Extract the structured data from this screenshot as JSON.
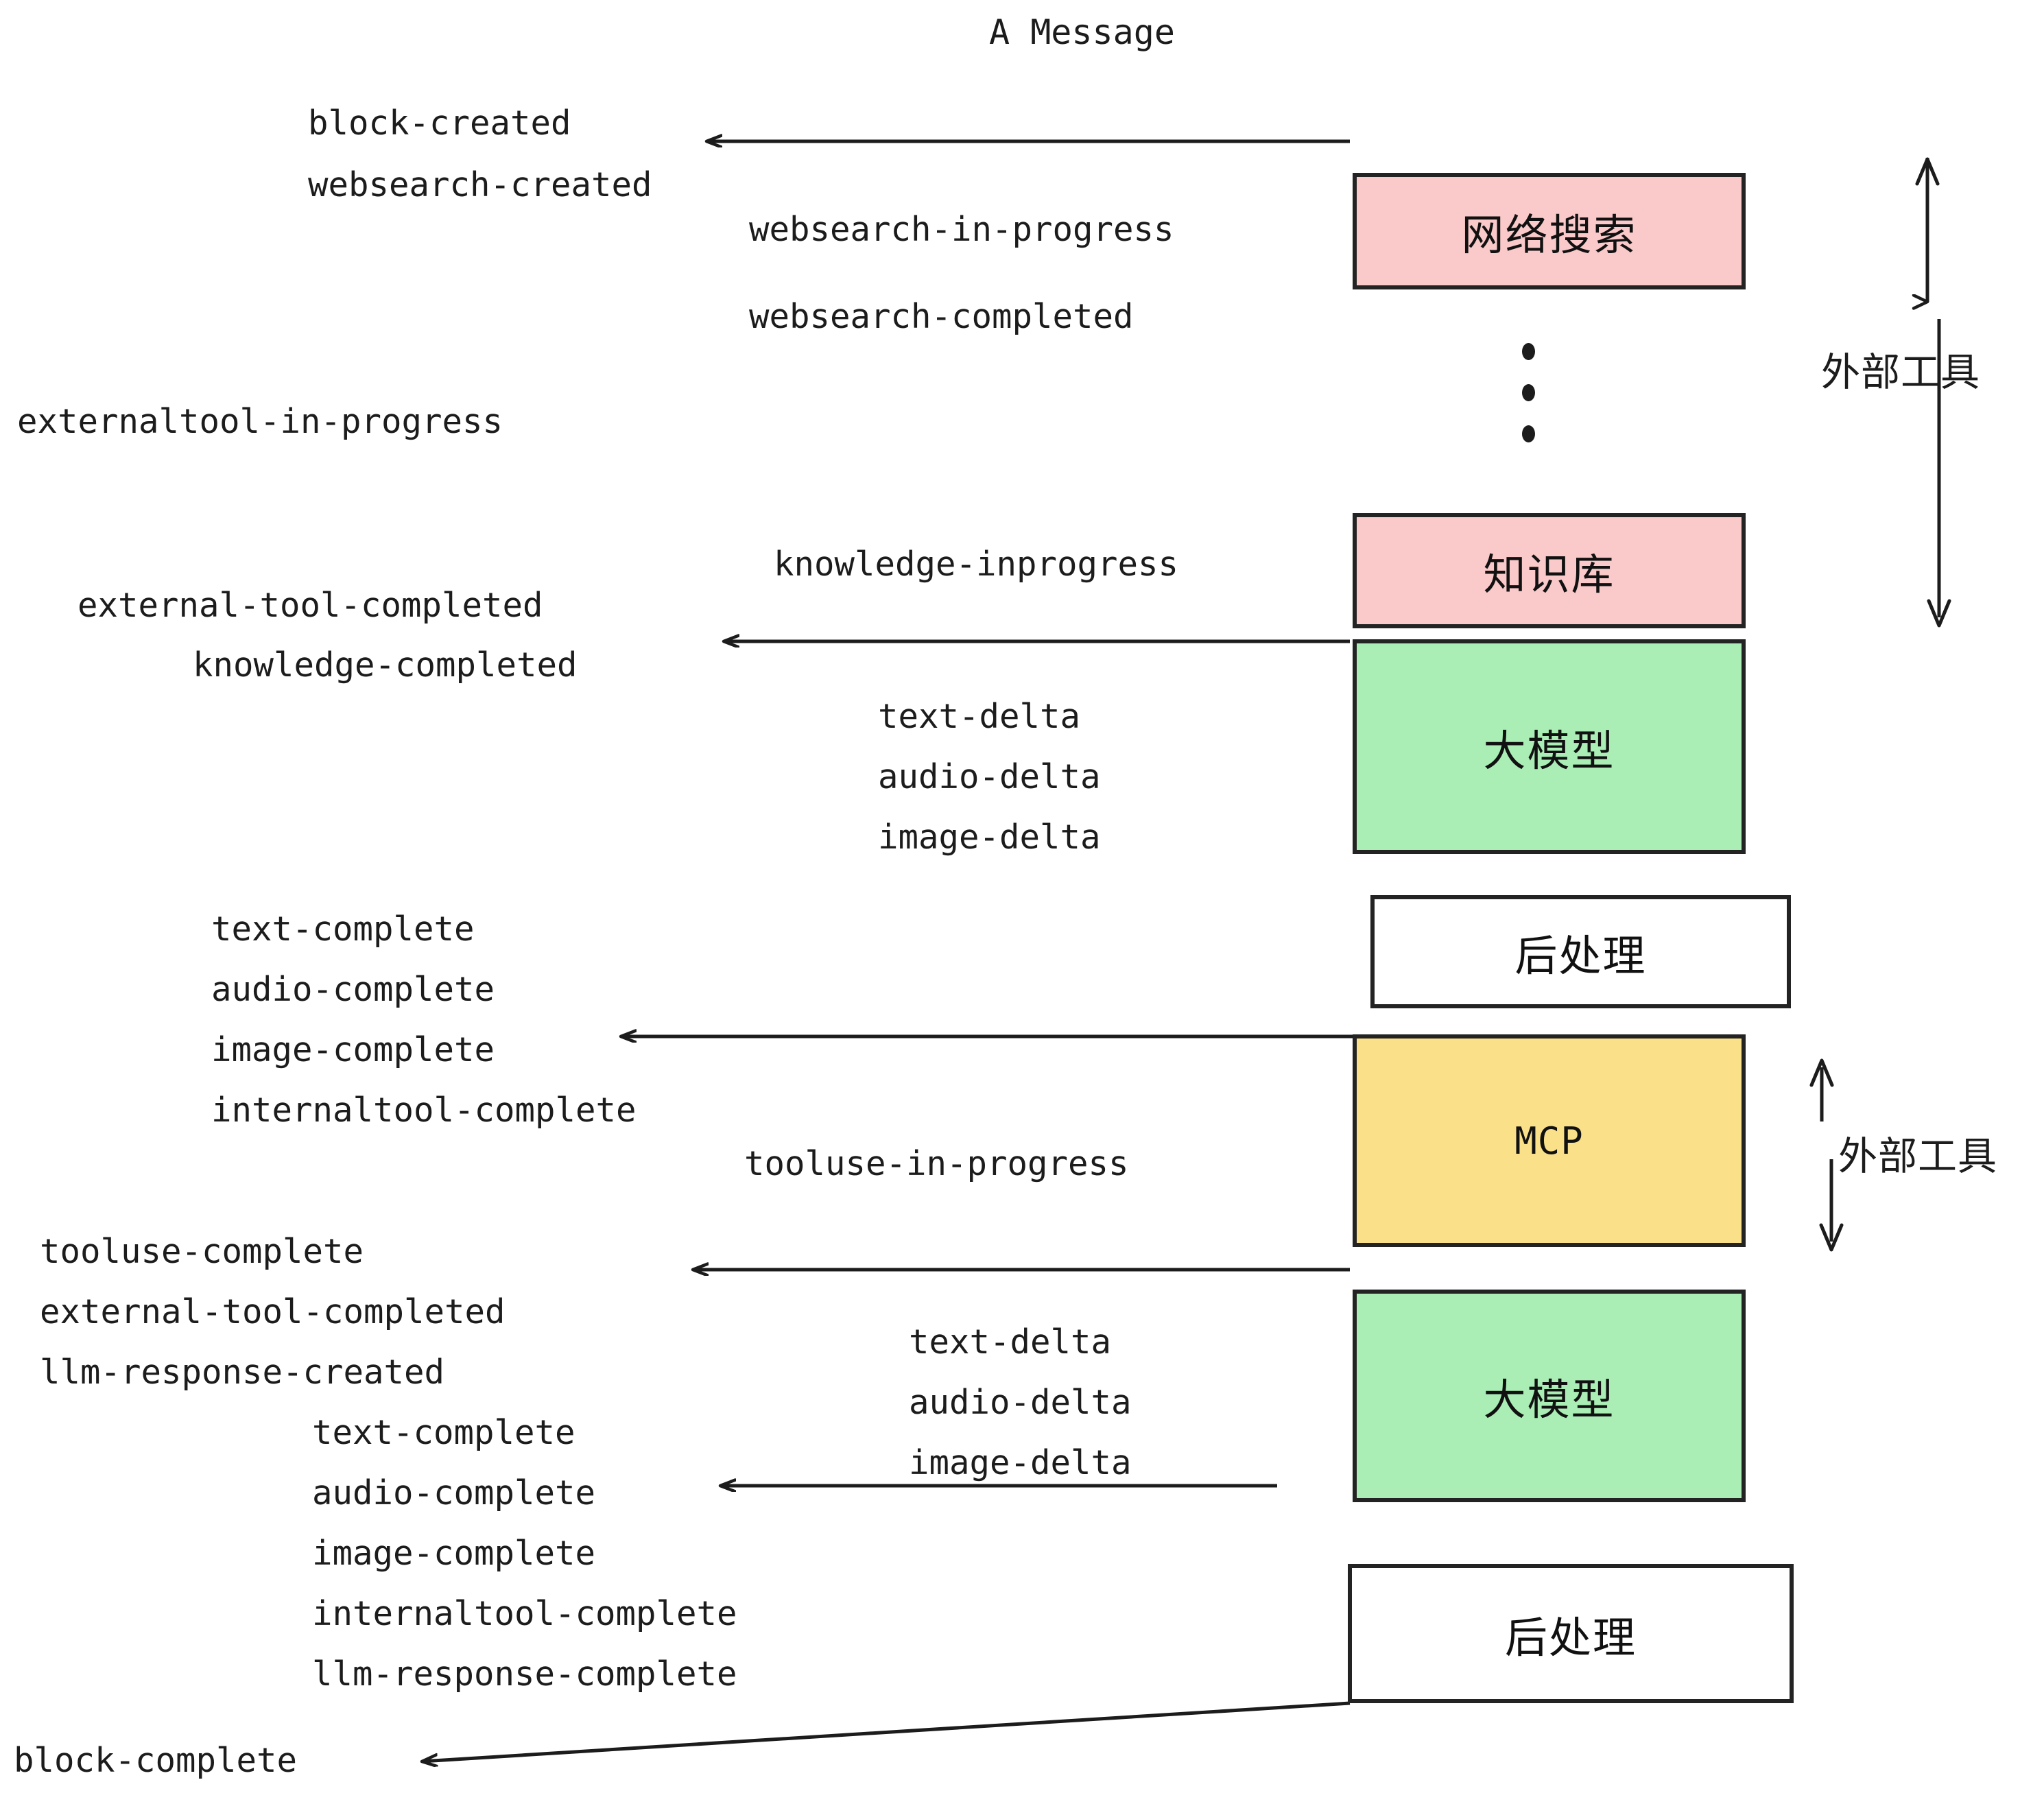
{
  "title": "A Message",
  "boxes": [
    {
      "id": "websearch",
      "label": "网络搜索",
      "color": "#fac9c9"
    },
    {
      "id": "knowledge",
      "label": "知识库",
      "color": "#fac9c9"
    },
    {
      "id": "llm-1",
      "label": "大模型",
      "color": "#aaeeb6"
    },
    {
      "id": "postprocess-1",
      "label": "后处理",
      "color": "#ffffff"
    },
    {
      "id": "mcp",
      "label": "MCP",
      "color": "#fbe08a"
    },
    {
      "id": "llm-2",
      "label": "大模型",
      "color": "#aaeeb6"
    },
    {
      "id": "postprocess-2",
      "label": "后处理",
      "color": "#ffffff"
    }
  ],
  "side_annotations": [
    {
      "id": "external-tools-top",
      "label": "外部工具"
    },
    {
      "id": "external-tools-bottom",
      "label": "外部工具"
    }
  ],
  "events": [
    {
      "id": "block-created",
      "text": "block-created"
    },
    {
      "id": "websearch-created",
      "text": "websearch-created"
    },
    {
      "id": "websearch-in-progress",
      "text": "websearch-in-progress"
    },
    {
      "id": "websearch-completed",
      "text": "websearch-completed"
    },
    {
      "id": "externaltool-in-progress",
      "text": "externaltool-in-progress"
    },
    {
      "id": "knowledge-inprogress",
      "text": "knowledge-inprogress"
    },
    {
      "id": "external-tool-completed-1",
      "text": "external-tool-completed"
    },
    {
      "id": "knowledge-completed",
      "text": "knowledge-completed"
    },
    {
      "id": "text-delta-1",
      "text": "text-delta"
    },
    {
      "id": "audio-delta-1",
      "text": "audio-delta"
    },
    {
      "id": "image-delta-1",
      "text": "image-delta"
    },
    {
      "id": "text-complete-1",
      "text": "text-complete"
    },
    {
      "id": "audio-complete-1",
      "text": "audio-complete"
    },
    {
      "id": "image-complete-1",
      "text": "image-complete"
    },
    {
      "id": "internaltool-complete-1",
      "text": "internaltool-complete"
    },
    {
      "id": "tooluse-in-progress",
      "text": "tooluse-in-progress"
    },
    {
      "id": "tooluse-complete",
      "text": "tooluse-complete"
    },
    {
      "id": "external-tool-completed-2",
      "text": "external-tool-completed"
    },
    {
      "id": "llm-response-created",
      "text": "llm-response-created"
    },
    {
      "id": "text-delta-2",
      "text": "text-delta"
    },
    {
      "id": "audio-delta-2",
      "text": "audio-delta"
    },
    {
      "id": "image-delta-2",
      "text": "image-delta"
    },
    {
      "id": "text-complete-2",
      "text": "text-complete"
    },
    {
      "id": "audio-complete-2",
      "text": "audio-complete"
    },
    {
      "id": "image-complete-2",
      "text": "image-complete"
    },
    {
      "id": "internaltool-complete-2",
      "text": "internaltool-complete"
    },
    {
      "id": "llm-response-complete",
      "text": "llm-response-complete"
    },
    {
      "id": "block-complete",
      "text": "block-complete"
    }
  ],
  "colors": {
    "stroke": "#232323",
    "text": "#1c1c1c",
    "pink": "#fac9c9",
    "green": "#aaeeb6",
    "yellow": "#fbe08a",
    "white": "#ffffff",
    "background": "#ffffff"
  }
}
